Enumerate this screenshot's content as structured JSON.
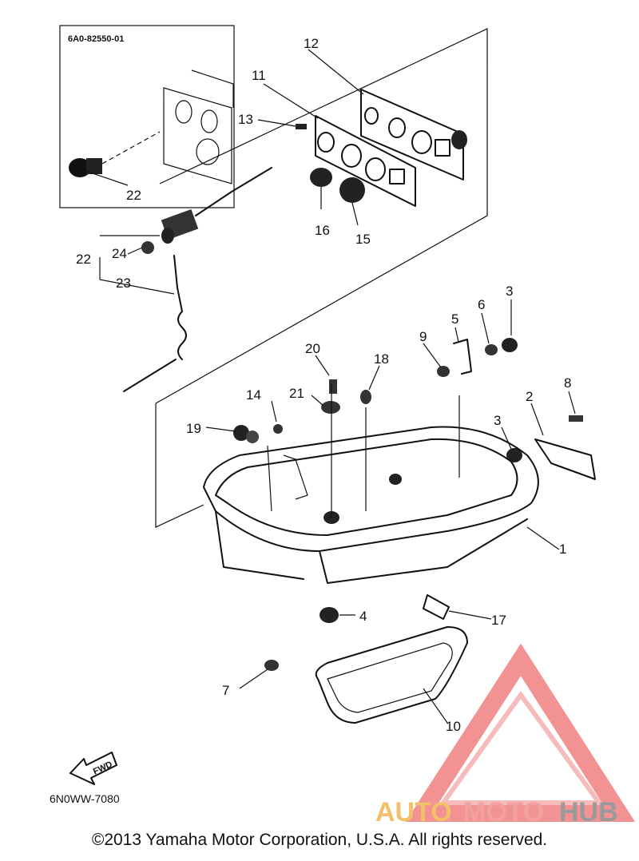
{
  "inset": {
    "part_code": "6A0-82550-01"
  },
  "callouts": [
    "1",
    "2",
    "3",
    "3",
    "4",
    "5",
    "6",
    "7",
    "8",
    "9",
    "10",
    "11",
    "12",
    "13",
    "14",
    "15",
    "16",
    "17",
    "18",
    "19",
    "20",
    "21",
    "22",
    "22",
    "23",
    "24"
  ],
  "fwd_label": "FWD",
  "diagram_code": "6N0WW-7080",
  "watermark": {
    "text_auto": "AUTO",
    "text_moto": "MOTO",
    "text_hub": "HUB",
    "colors": {
      "auto": "#f3bf6b",
      "moto": "#f2a0a0",
      "hub": "#9a9a9a",
      "triangle": "#f08080"
    }
  },
  "copyright": "©2013 Yamaha Motor Corporation, U.S.A. All rights reserved."
}
